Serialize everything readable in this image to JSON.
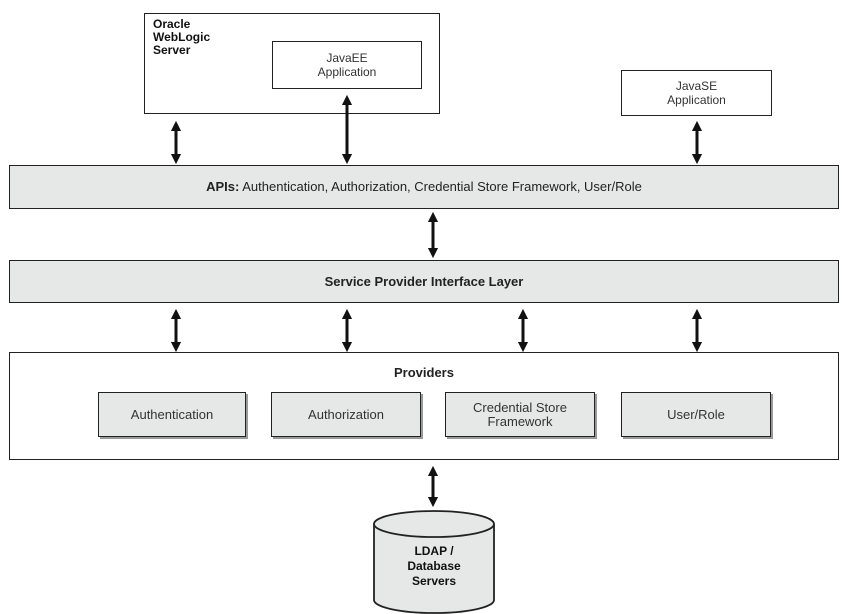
{
  "weblogic": {
    "title": "Oracle\nWebLogic\nServer"
  },
  "javaee": {
    "label": "JavaEE\nApplication"
  },
  "javase": {
    "label": "JavaSE\nApplication"
  },
  "apis": {
    "prefix": "APIs:",
    "text": "Authentication, Authorization, Credential Store Framework, User/Role"
  },
  "spi": {
    "label": "Service Provider Interface Layer"
  },
  "providers": {
    "title": "Providers",
    "items": [
      "Authentication",
      "Authorization",
      "Credential Store\nFramework",
      "User/Role"
    ]
  },
  "database": {
    "label": "LDAP /\nDatabase\nServers"
  },
  "colors": {
    "bar_fill": "#e6e8e8",
    "stroke": "#222222"
  }
}
